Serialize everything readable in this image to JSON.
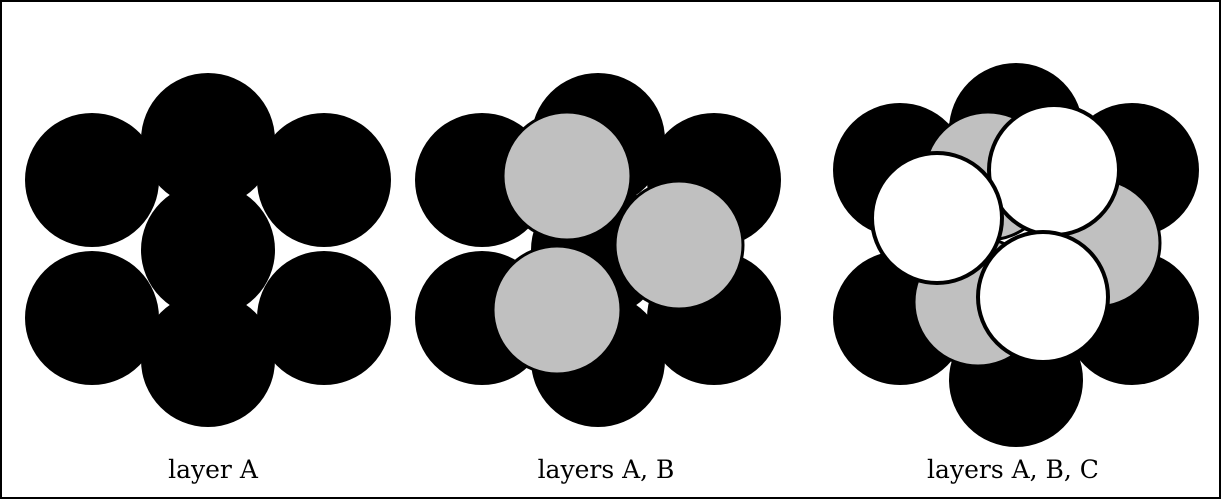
{
  "colors": {
    "layer_a": "#000000",
    "layer_b": "#c0c0c0",
    "layer_c": "#ffffff",
    "outline": "#000000"
  },
  "panels": [
    {
      "caption": "layer A"
    },
    {
      "caption": "layers A, B"
    },
    {
      "caption": "layers A, B, C"
    }
  ]
}
